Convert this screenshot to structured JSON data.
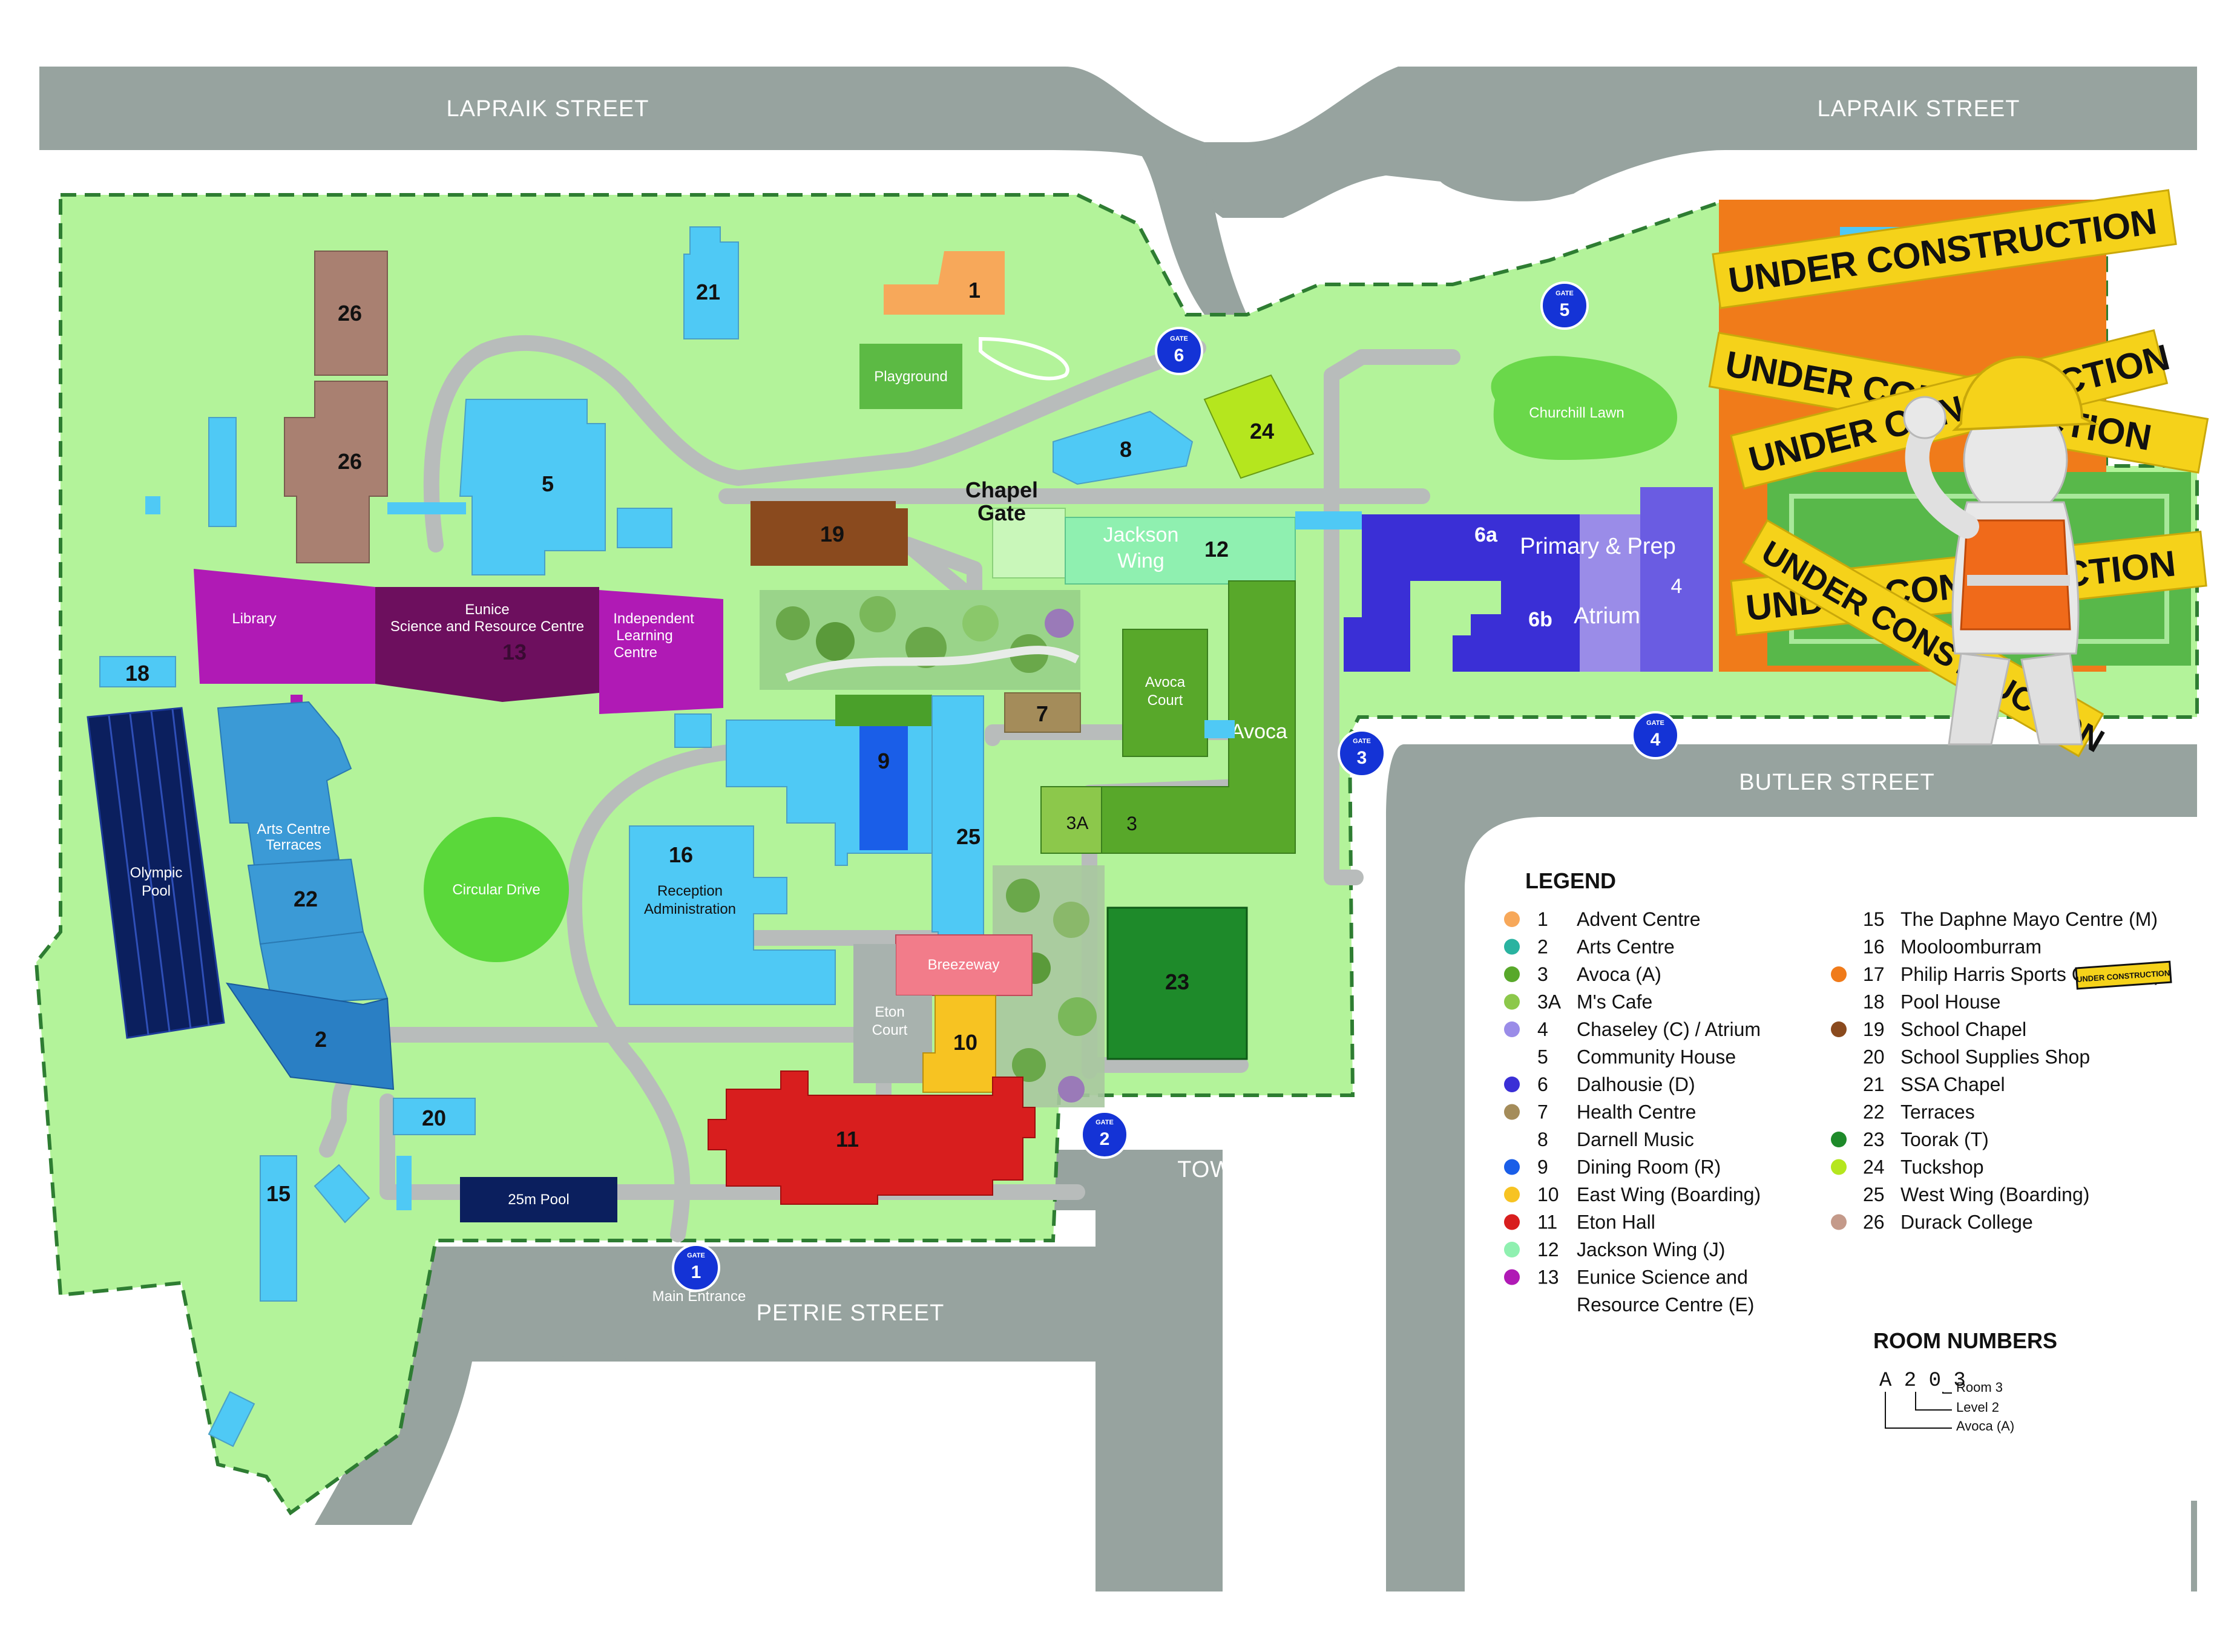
{
  "streets": {
    "lapraik_left": "LAPRAIK STREET",
    "lapraik_right": "LAPRAIK STREET",
    "butler": "BUTLER STREET",
    "towers": "TOWERS STREET",
    "petrie": "PETRIE STREET"
  },
  "buildings": {
    "b1": "1",
    "b21": "21",
    "b26a": "26",
    "b26b": "26",
    "b5": "5",
    "playground": "Playground",
    "b8": "8",
    "b24": "24",
    "b19": "19",
    "chapel_gate_1": "Chapel",
    "chapel_gate_2": "Gate",
    "jackson_1": "Jackson",
    "jackson_2": "Wing",
    "b12": "12",
    "b6a": "6a",
    "primary_prep": "Primary & Prep",
    "b4": "4",
    "b6b": "6b",
    "atrium": "Atrium",
    "library": "Library",
    "eunice_1": "Eunice",
    "eunice_2": "Science and Resource Centre",
    "b13": "13",
    "ilc_1": "Independent",
    "ilc_2": "Learning",
    "ilc_3": "Centre",
    "b18": "18",
    "olympic_1": "Olympic",
    "olympic_2": "Pool",
    "arts_1": "Arts Centre",
    "arts_2": "Terraces",
    "b22": "22",
    "b2": "2",
    "circular_drive": "Circular Drive",
    "b16": "16",
    "reception_1": "Reception",
    "reception_2": "Administration",
    "b9": "9",
    "b25": "25",
    "b7": "7",
    "avoca_court_1": "Avoca",
    "avoca_court_2": "Court",
    "avoca": "Avoca",
    "b3a": "3A",
    "b3": "3",
    "b23": "23",
    "breezeway": "Breezeway",
    "eton_1": "Eton",
    "eton_2": "Court",
    "b10": "10",
    "b11": "11",
    "b20": "20",
    "pool25": "25m Pool",
    "b15": "15",
    "churchill": "Churchill Lawn",
    "main_entrance": "Main Entrance"
  },
  "gates": [
    {
      "label": "GATE",
      "num": "1"
    },
    {
      "label": "GATE",
      "num": "2"
    },
    {
      "label": "GATE",
      "num": "3"
    },
    {
      "label": "GATE",
      "num": "4"
    },
    {
      "label": "GATE",
      "num": "5"
    },
    {
      "label": "GATE",
      "num": "6"
    }
  ],
  "construction": {
    "tape_text": "UNDER CONSTRUCTION",
    "badge": "UNDER CONSTRUCTION"
  },
  "legend": {
    "title": "LEGEND",
    "col1": [
      {
        "num": "1",
        "label": "Advent Centre",
        "color": "#f7a85a"
      },
      {
        "num": "2",
        "label": "Arts Centre",
        "color": "#2ab3a0"
      },
      {
        "num": "3",
        "label": "Avoca (A)",
        "color": "#58a82a"
      },
      {
        "num": "3A",
        "label": "M's Cafe",
        "color": "#8cc84b"
      },
      {
        "num": "4",
        "label": "Chaseley (C) / Atrium",
        "color": "#9a8ce8"
      },
      {
        "num": "5",
        "label": "Community House",
        "color": null
      },
      {
        "num": "6",
        "label": "Dalhousie (D)",
        "color": "#3a2fd6"
      },
      {
        "num": "7",
        "label": "Health Centre",
        "color": "#a48c5a"
      },
      {
        "num": "8",
        "label": "Darnell Music",
        "color": null
      },
      {
        "num": "9",
        "label": "Dining Room (R)",
        "color": "#1a5ee8"
      },
      {
        "num": "10",
        "label": "East Wing (Boarding)",
        "color": "#f7c322"
      },
      {
        "num": "11",
        "label": "Eton Hall",
        "color": "#d81e1e"
      },
      {
        "num": "12",
        "label": "Jackson Wing (J)",
        "color": "#8ff0b0"
      },
      {
        "num": "13",
        "label": "Eunice Science and",
        "color": "#b01ab5"
      },
      {
        "num": "",
        "label": "Resource Centre (E)",
        "color": null
      }
    ],
    "col2": [
      {
        "num": "15",
        "label": "The Daphne Mayo Centre (M)",
        "color": null
      },
      {
        "num": "16",
        "label": "Mooloomburram",
        "color": null
      },
      {
        "num": "17",
        "label": "Philip Harris Sports Centre (P)",
        "color": "#f07b1a"
      },
      {
        "num": "18",
        "label": "Pool House",
        "color": null
      },
      {
        "num": "19",
        "label": "School Chapel",
        "color": "#8a4a1e"
      },
      {
        "num": "20",
        "label": "School Supplies Shop",
        "color": null
      },
      {
        "num": "21",
        "label": "SSA Chapel",
        "color": null
      },
      {
        "num": "22",
        "label": "Terraces",
        "color": null
      },
      {
        "num": "23",
        "label": "Toorak (T)",
        "color": "#1e8a2a"
      },
      {
        "num": "24",
        "label": "Tuckshop",
        "color": "#b5e61e"
      },
      {
        "num": "25",
        "label": "West Wing (Boarding)",
        "color": null
      },
      {
        "num": "26",
        "label": "Durack College",
        "color": "#c49a8a"
      }
    ]
  },
  "room_numbers": {
    "title": "ROOM NUMBERS",
    "code": "A 2 0 3",
    "room": "Room 3",
    "level": "Level 2",
    "building": "Avoca (A)"
  },
  "colors": {
    "road": "#97a39f",
    "grounds": "#b3f39a",
    "boundary": "#2e7d32",
    "light_blue": "#4fc9f5",
    "gate": "#1433d6"
  }
}
